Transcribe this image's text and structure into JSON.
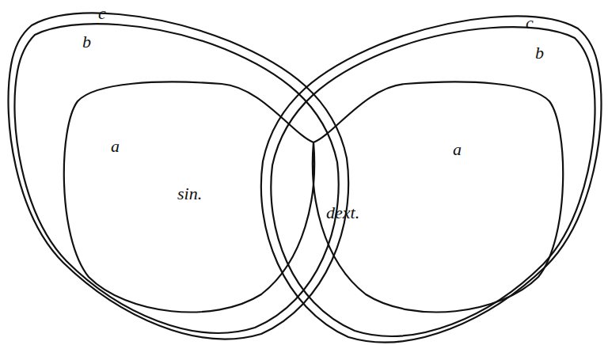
{
  "diagram": {
    "labels": [
      "c",
      "b",
      "a",
      "sin.",
      "dext.",
      "c",
      "b",
      "a"
    ]
  }
}
